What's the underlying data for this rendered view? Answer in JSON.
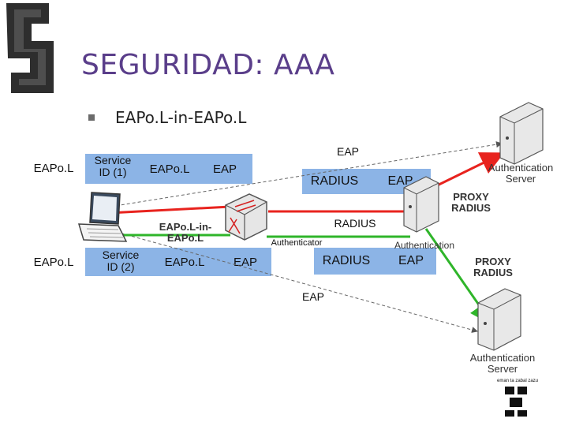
{
  "title": "SEGURIDAD: AAA",
  "bullet": "EAPo.L-in-EAPo.L",
  "row1": {
    "eapol_left": "EAPo.L",
    "service": "Service ID (1)",
    "eapol": "EAPo.L",
    "eap": "EAP",
    "radius": "RADIUS",
    "eap2": "EAP"
  },
  "row2": {
    "eapol_left": "EAPo.L",
    "service": "Service ID (2)",
    "eapol": "EAPo.L",
    "eap": "EAP",
    "radius": "RADIUS",
    "eap2": "EAP"
  },
  "labels": {
    "eap_top": "EAP",
    "auth_server_top": "Authentication Server",
    "proxy_radius_1": "PROXY RADIUS",
    "radius_mid": "RADIUS",
    "eapol_in_eapol": "EAPo.L-in-EAPo.L",
    "authenticator": "Authenticator",
    "authentication": "Authentication",
    "proxy_radius_2": "PROXY RADIUS",
    "eap_bottom": "EAP",
    "auth_server_bottom": "Authentication Server",
    "logo_caption": "eman ta zabal zazu"
  },
  "colors": {
    "band": "#8cb4e6",
    "red_link": "#e8231e",
    "green_link": "#2fb52a",
    "title": "#5a3e8a"
  },
  "icons": [
    "laptop-icon",
    "switch-icon",
    "server-icon"
  ]
}
